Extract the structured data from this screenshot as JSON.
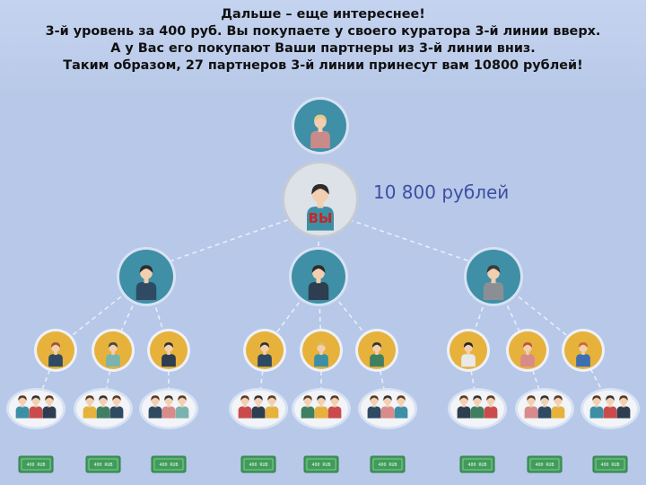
{
  "title": {
    "line1": "Дальше – еще интереснее!",
    "line2": "3-й уровень за 400 руб. Вы покупаете у своего куратора 3-й линии вверх.",
    "line3": "А у Вас его покупают Ваши партнеры из 3-й линии вниз.",
    "line4": "Таким образом, 27 партнеров 3-й линии принесут вам 10800 рублей!"
  },
  "amount_label": "10 800 рублей",
  "you_label": "ВЫ",
  "bill_text": "400 RUB",
  "colors": {
    "background": "#b7c8e9",
    "curator_circle": "#3f8fa6",
    "you_circle": "#dde2e8",
    "line1_circle": "#3f8fa6",
    "line2_circle": "#e6b23c",
    "line3_oval": "#f2f4f7",
    "bill": "#3f9c59",
    "amount_text": "#3d4fa2",
    "you_text": "#c42727"
  },
  "icons": {
    "person": "person-icon",
    "group": "group-of-three-icon",
    "bill": "banknote-icon"
  }
}
